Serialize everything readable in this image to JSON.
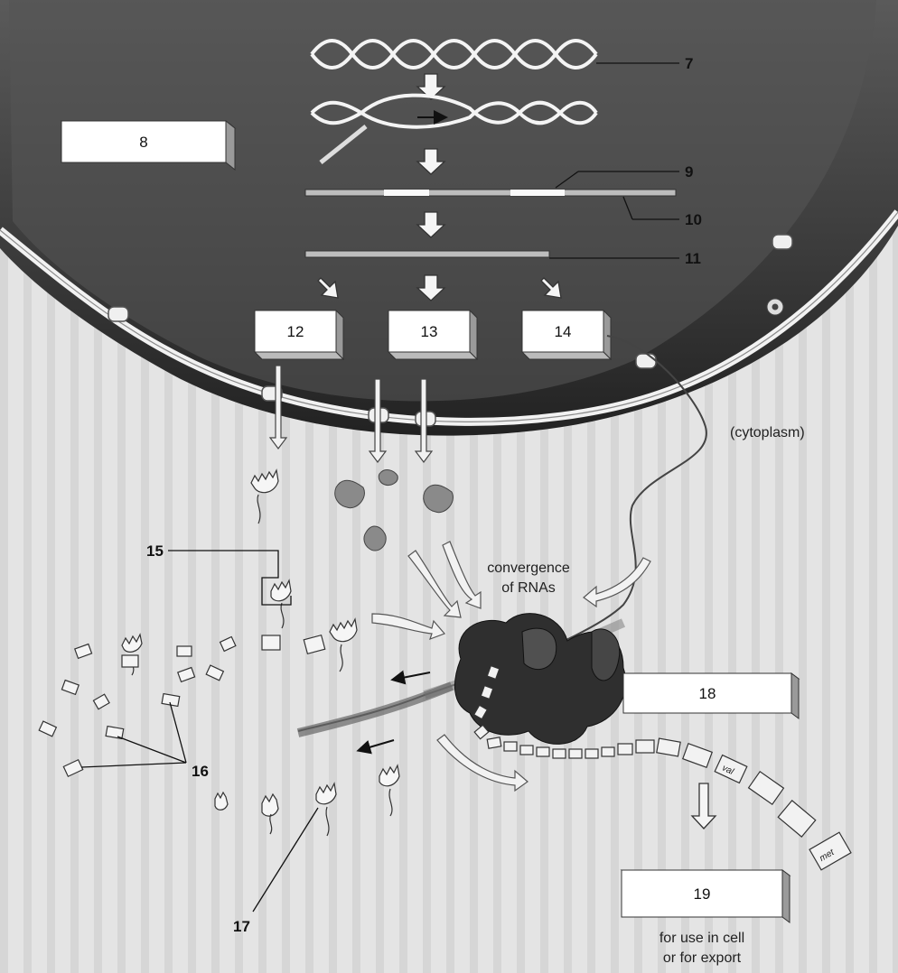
{
  "numbers": {
    "n7": "7",
    "n8": "8",
    "n9": "9",
    "n10": "10",
    "n11": "11",
    "n12": "12",
    "n13": "13",
    "n14": "14",
    "n15": "15",
    "n16": "16",
    "n17": "17",
    "n18": "18",
    "n19": "19"
  },
  "text": {
    "cytoplasm": "(cytoplasm)",
    "convergence_line1": "convergence",
    "convergence_line2": "of RNAs",
    "use_line1": "for use in cell",
    "use_line2": "or for export",
    "aa_val": "val",
    "aa_met": "met"
  },
  "colors": {
    "nucleus": "#3c3c3c",
    "cytoplasm": "#e6e6e6",
    "envelope": "#d8d8d8",
    "ribosome": "#2e2e2e",
    "box_face": "#ffffff",
    "box_side": "#9a9a9a"
  }
}
